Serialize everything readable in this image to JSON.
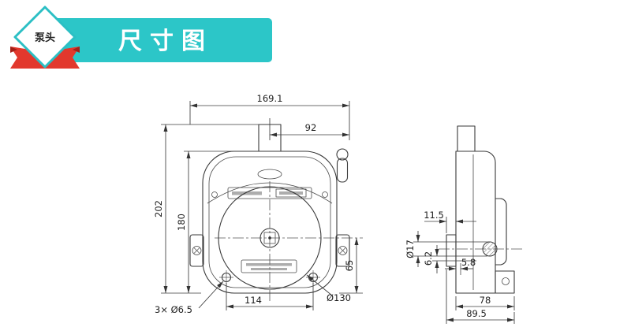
{
  "header": {
    "badge_label": "泵头",
    "title": "尺寸图",
    "banner_color": "#2cc6c8",
    "diamond_border_color": "#2bbfc4",
    "ribbon_color": "#e2382d"
  },
  "drawing": {
    "line_color": "#3a3a3a",
    "front_view": {
      "dims": {
        "total_width": "169.1",
        "upper_width": "92",
        "total_height": "202",
        "body_height": "180",
        "center_height": "65",
        "hole_spacing": "114",
        "mount_holes": "3× Ø6.5",
        "rotor_diameter": "Ø130"
      }
    },
    "side_view": {
      "dims": {
        "clamp_offset": "11.5",
        "port_diameter": "Ø17",
        "port_inner": "6.2",
        "plate_step": "5.8",
        "body_depth": "78",
        "total_depth": "89.5"
      }
    }
  }
}
